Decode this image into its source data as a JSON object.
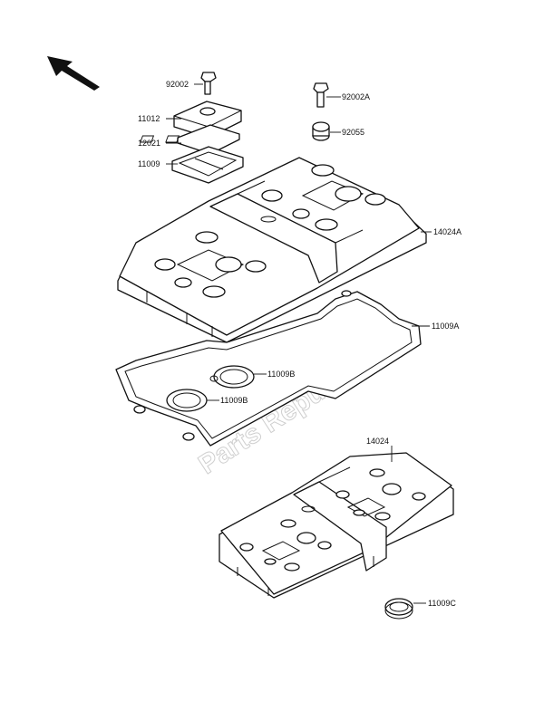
{
  "watermark": "Parts Republik",
  "labels": {
    "p92002": "92002",
    "p92002A": "92002A",
    "p11012": "11012",
    "p12021": "12021",
    "p11009": "11009",
    "p92055": "92055",
    "p14024A": "14024A",
    "p11009A": "11009A",
    "p11009B_top": "11009B",
    "p11009B_bot": "11009B",
    "p14024": "14024",
    "p11009C": "11009C"
  }
}
